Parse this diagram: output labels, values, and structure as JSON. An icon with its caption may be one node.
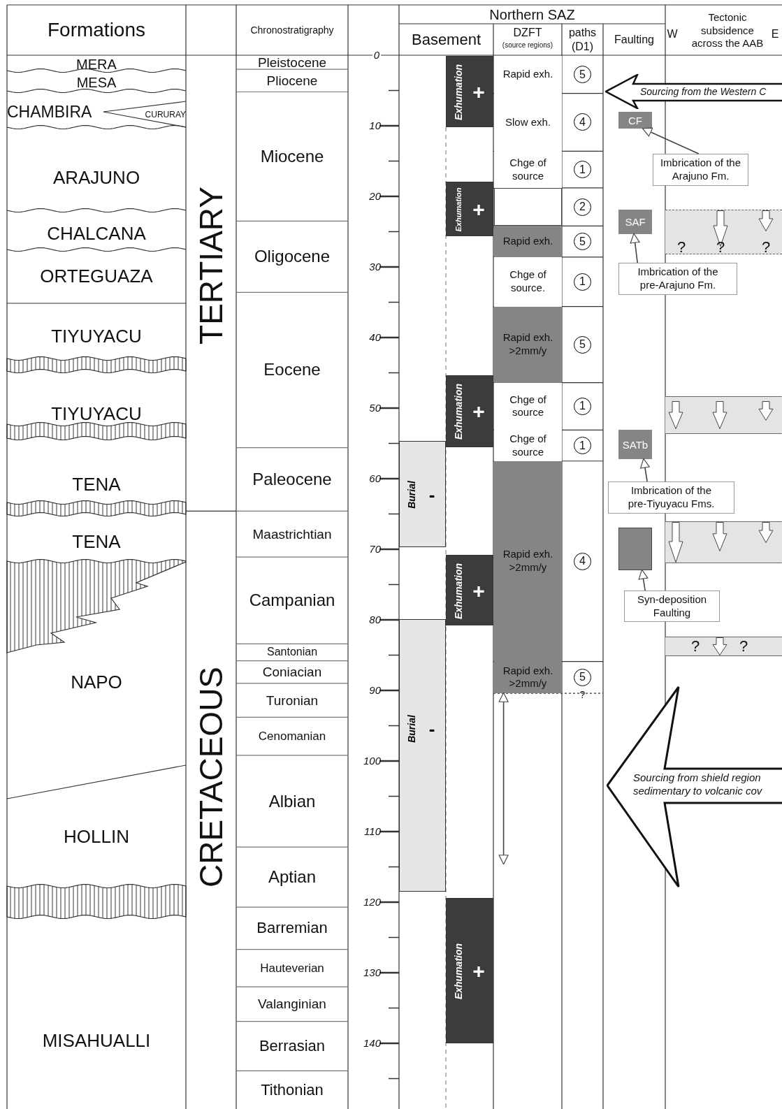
{
  "diagram": {
    "nodes": [
      {
        "text": [
          "Sourcing from the Western C"
        ]
      },
      {
        "text": [
          "Exhumation",
          "+"
        ]
      },
      {
        "text": [
          "Exhumation",
          "+"
        ]
      },
      {
        "text": [
          "Exhumation",
          "+"
        ]
      },
      {
        "text": [
          "Exhumation",
          "+"
        ]
      },
      {
        "text": [
          "Exhumation",
          "+"
        ]
      },
      {
        "text": [
          "Burial",
          "-"
        ]
      },
      {
        "text": [
          "Burial",
          "-"
        ]
      },
      {
        "text": [
          "Rapid exh."
        ]
      },
      {
        "text": [
          "Slow exh."
        ]
      },
      {
        "text": [
          "Chge of source"
        ]
      },
      {
        "text": [],
        "shape": "box"
      },
      {
        "text": [
          "Rapid exh."
        ]
      },
      {
        "text": [
          "Chge of source."
        ]
      },
      {
        "text": [
          "Rapid exh. >2mm/y"
        ]
      },
      {
        "text": [
          "Chge of source"
        ]
      },
      {
        "text": [
          "Chge of source"
        ]
      },
      {
        "text": [
          "Rapid exh. >2mm/y"
        ]
      },
      {
        "text": [
          "Rapid exh. >2mm/y"
        ]
      },
      {
        "text": [
          "CF"
        ]
      },
      {
        "text": [
          "SAF"
        ]
      },
      {
        "text": [
          "SATb"
        ]
      },
      {
        "text": [],
        "shape": "box"
      },
      {
        "text": [
          "Imbrication of the Arajuno Fm."
        ]
      },
      {
        "text": [
          "Imbrication of the pre-Arajuno Fm."
        ]
      },
      {
        "text": [
          "Imbrication of the pre-Tiyuyacu Fms."
        ]
      },
      {
        "text": [
          "Syn-deposition Faulting"
        ]
      },
      {
        "text": [
          "?",
          "?",
          "?"
        ]
      },
      {
        "text": [],
        "shape": "band"
      },
      {
        "text": [],
        "shape": "band"
      },
      {
        "text": [
          "?",
          "?"
        ]
      },
      {
        "text": [
          "Sourcing from shield region sedimentary to volcanic cov"
        ]
      }
    ],
    "edges": [
      {
        "from": 23,
        "to": 19,
        "arrow": "to"
      },
      {
        "from": 24,
        "to": 20,
        "arrow": "to"
      },
      {
        "from": 25,
        "to": 21,
        "arrow": "to"
      },
      {
        "from": 26,
        "to": 22,
        "arrow": "to"
      },
      {
        "from": 18,
        "to": null,
        "arrow": "both"
      }
    ],
    "labels": [
      "Formations",
      "Chronostratigraphy",
      "Northern SAZ",
      "Basement",
      "DZFT",
      "(source regions)",
      "paths (D1)",
      "Faulting",
      "W",
      "Tectonic subsidence across the AAB",
      "E",
      "MERA",
      "MESA",
      "CHAMBIRA",
      "CURURAY",
      "ARAJUNO",
      "CHALCANA",
      "ORTEGUAZA",
      "TIYUYACU",
      "TIYUYACU",
      "TENA",
      "TENA",
      "NAPO",
      "HOLLIN",
      "MISAHUALLI",
      "TERTIARY",
      "CRETACEOUS",
      "Pleistocene",
      "Pliocene",
      "Miocene",
      "Oligocene",
      "Eocene",
      "Paleocene",
      "Maastrichtian",
      "Campanian",
      "Santonian",
      "Coniacian",
      "Turonian",
      "Cenomanian",
      "Albian",
      "Aptian",
      "Barremian",
      "Hauteverian",
      "Valanginian",
      "Berrasian",
      "Tithonian",
      "0",
      "10",
      "20",
      "30",
      "40",
      "50",
      "60",
      "70",
      "80",
      "90",
      "100",
      "110",
      "120",
      "130",
      "140",
      "5",
      "4",
      "1",
      "2",
      "5",
      "1",
      "5",
      "1",
      "1",
      "4",
      "5",
      "?"
    ]
  }
}
